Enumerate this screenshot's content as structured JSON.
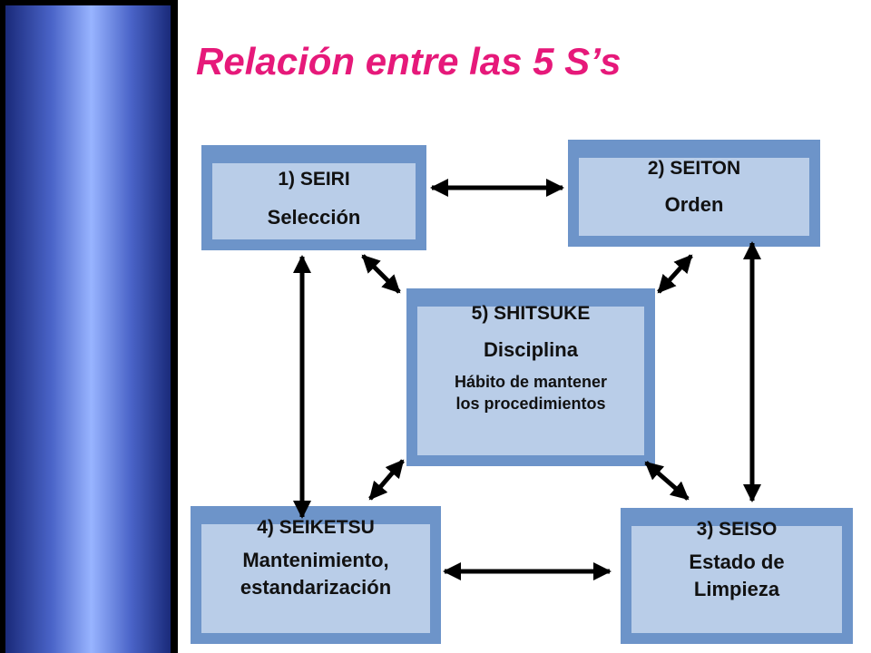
{
  "title": "Relación entre las 5 S’s",
  "boxes": {
    "seiri": {
      "title": "1) SEIRI",
      "sub": "Selección"
    },
    "seiton": {
      "title": "2) SEITON",
      "sub": "Orden"
    },
    "shitsuke": {
      "title": "5) SHITSUKE",
      "sub": "Disciplina",
      "desc1": "Hábito de mantener",
      "desc2": "los procedimientos"
    },
    "seiketsu": {
      "title": "4) SEIKETSU",
      "sub1": "Mantenimiento,",
      "sub2": "estandarización"
    },
    "seiso": {
      "title": "3) SEISO",
      "sub1": "Estado de",
      "sub2": "Limpieza"
    }
  },
  "colors": {
    "title": "#e6197a",
    "box_frame": "#6d94c9",
    "box_face": "#b9cde8",
    "arrow": "#000000"
  }
}
